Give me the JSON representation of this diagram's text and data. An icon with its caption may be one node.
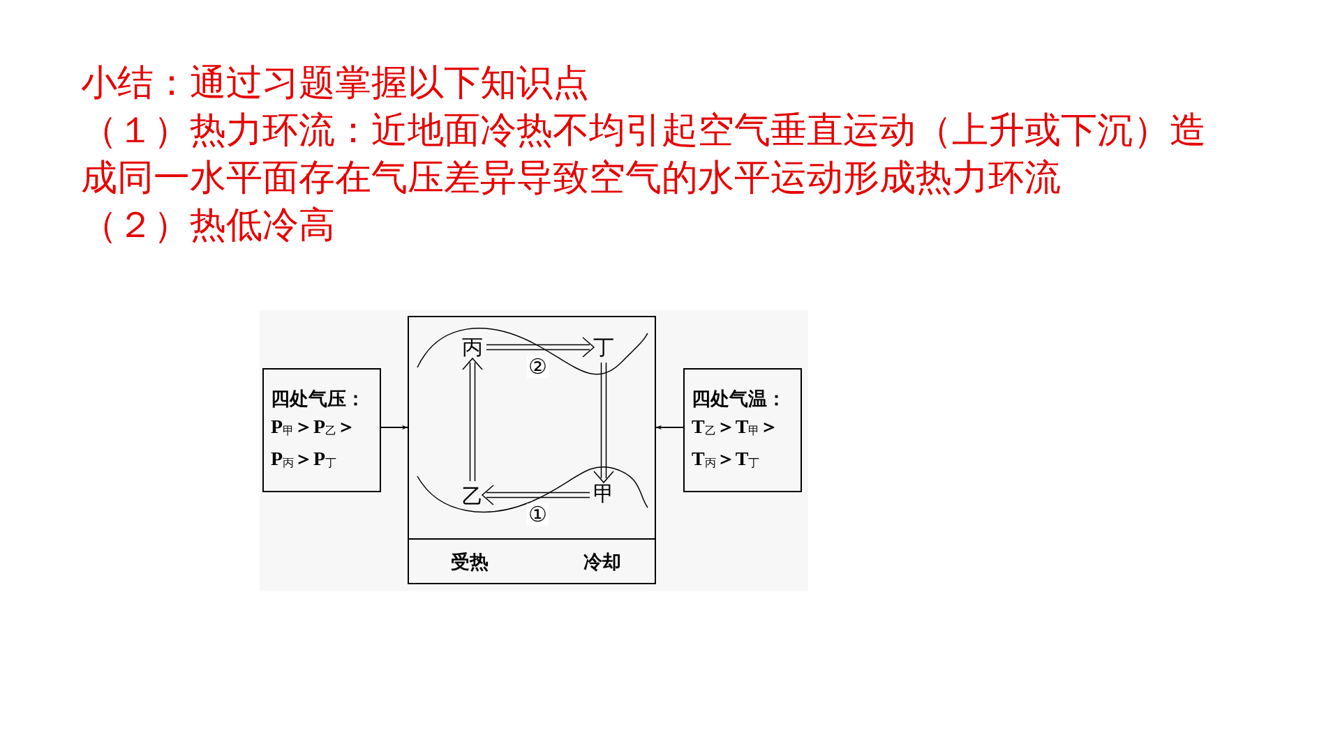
{
  "diagram": {
    "title": "小结：通过习题掌握以下知识点",
    "nodes": [
      {
        "text": [
          "四处气压：",
          "P$_{甲}$＞P$_{乙}$＞ P$_{丙}$＞P$_{丁}$"
        ]
      },
      {
        "text": [],
        "shape": "box"
      },
      {
        "text": [
          "丙"
        ],
        "in": 1
      },
      {
        "text": [
          "丁"
        ],
        "in": 1
      },
      {
        "text": [
          "乙"
        ],
        "in": 1
      },
      {
        "text": [
          "甲"
        ],
        "in": 1
      },
      {
        "text": [
          "受热",
          "冷却"
        ],
        "in": 1
      },
      {
        "text": [
          "四处气温：",
          "T$_{乙}$＞T$_{甲}$＞ T$_{丙}$＞T$_{丁}$"
        ]
      }
    ],
    "edges": [
      {
        "from": 0,
        "to": 1,
        "arrow": "to"
      },
      {
        "from": 7,
        "to": 1,
        "arrow": "to"
      },
      {
        "from": 4,
        "to": 2,
        "arrow": "to"
      },
      {
        "from": 2,
        "to": 3,
        "arrow": "to",
        "label": "②"
      },
      {
        "from": 3,
        "to": 5,
        "arrow": "to"
      },
      {
        "from": 5,
        "to": 4,
        "arrow": "to",
        "label": "①"
      }
    ],
    "labels": [
      "（１）热力环流：近地面冷热不均引起空气垂直运动（上升或下沉）造成同一水平面存在气压差异导致空气的水平运动形成热力环流",
      "（２）热低冷高"
    ]
  }
}
